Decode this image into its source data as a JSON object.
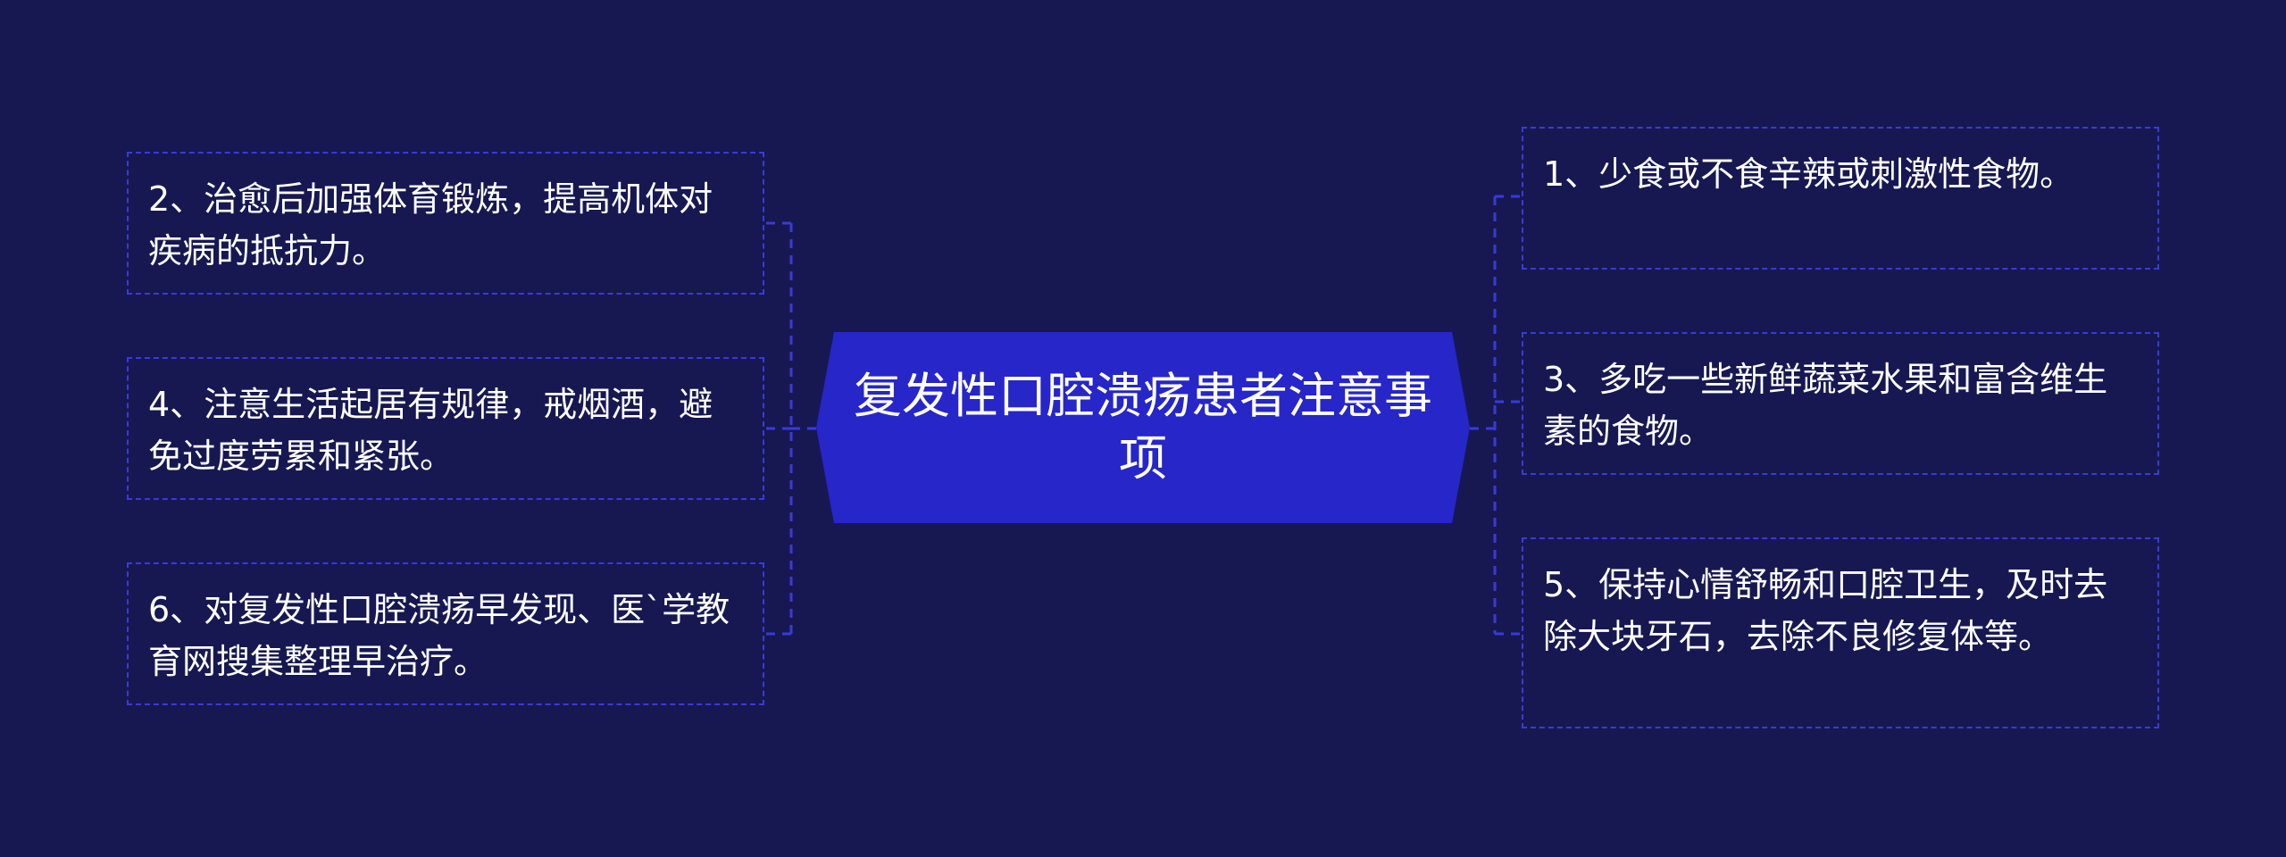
{
  "diagram": {
    "root": {
      "text": "复发性口腔溃疡患者注意事项"
    },
    "colors": {
      "background": "#171852",
      "root_fill": "#2626c9",
      "node_border": "#3a3ad6",
      "connector": "#3a3ad6",
      "text": "#ffffff"
    },
    "left_nodes": [
      {
        "text": "2、治愈后加强体育锻炼，提高机体对疾病的抵抗力。"
      },
      {
        "text": "4、注意生活起居有规律，戒烟酒，避免过度劳累和紧张。"
      },
      {
        "text": "6、对复发性口腔溃疡早发现、医`学教育网搜集整理早治疗。"
      }
    ],
    "right_nodes": [
      {
        "text": "1、少食或不食辛辣或刺激性食物。"
      },
      {
        "text": "3、多吃一些新鲜蔬菜水果和富含维生素的食物。"
      },
      {
        "text": "5、保持心情舒畅和口腔卫生，及时去除大块牙石，去除不良修复体等。"
      }
    ]
  }
}
